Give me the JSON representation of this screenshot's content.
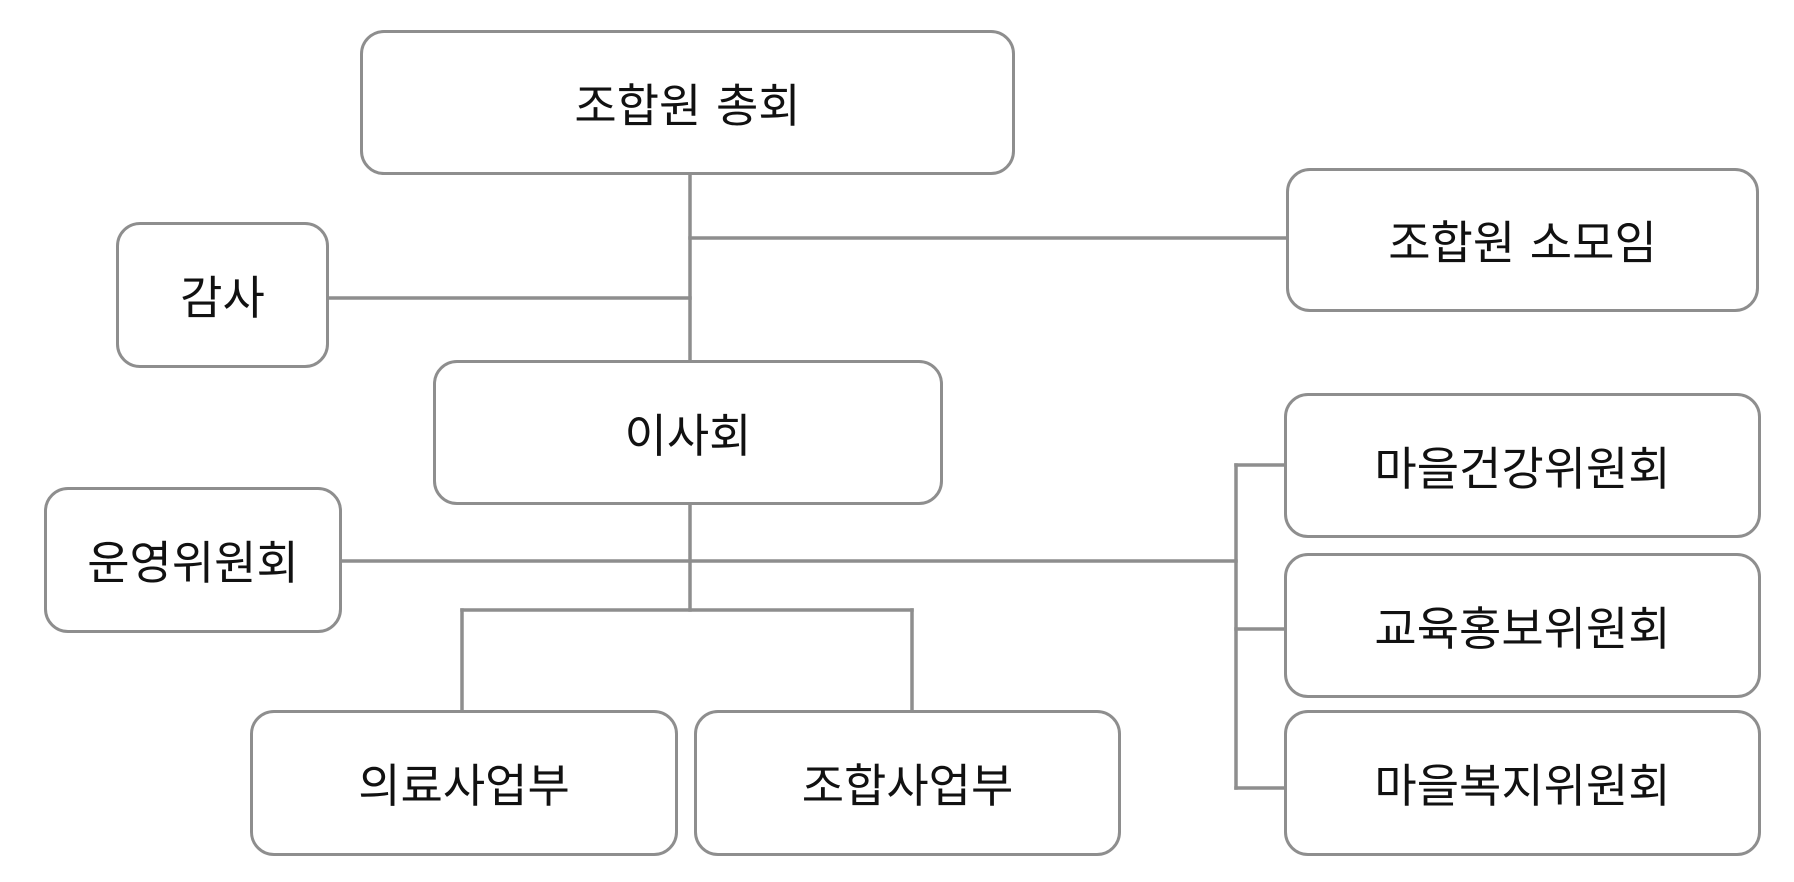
{
  "colors": {
    "line": "#8e8e8e",
    "border": "#8e8e8e",
    "text": "#111111",
    "background": "#ffffff"
  },
  "nodes": {
    "general_assembly": "조합원 총회",
    "member_groups": "조합원 소모임",
    "audit": "감사",
    "board": "이사회",
    "village_health_committee": "마을건강위원회",
    "steering_committee": "운영위원회",
    "education_pr_committee": "교육홍보위원회",
    "medical_business_dept": "의료사업부",
    "cooperative_business_dept": "조합사업부",
    "village_welfare_committee": "마을복지위원회"
  }
}
